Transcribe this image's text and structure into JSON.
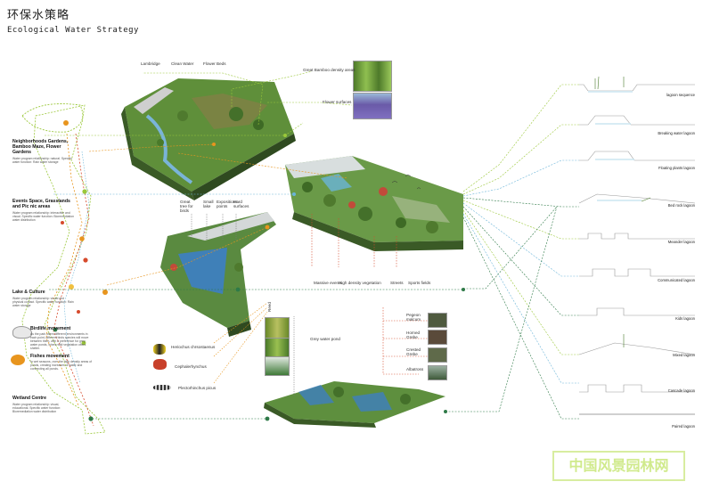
{
  "header": {
    "title_cn": "环保水策略",
    "title_en": "Ecological Water Strategy"
  },
  "left_sections": [
    {
      "heading": "Neighborhoods Gardens, Bamboo Maze, Flower Gardens",
      "desc": "Water program relationship: natural. Specific water function: Rain water storage"
    },
    {
      "heading": "Events Space, Grasslands and Pic nic areas",
      "desc": "Water program relationship: interactive and visual. Specific water function: Bioremediation water distribution"
    },
    {
      "heading": "Lake & Culture",
      "desc": "Water program relationship: visual and physical contact. Specific water function: Rain water storage"
    },
    {
      "heading": "Birdlife movement",
      "desc": "As the park offers different environments in each point, different birds species will move between them, with a preference for grey water ponds, where wild vegetation offers shelter."
    },
    {
      "heading": "Fishes movement",
      "desc": "In wet seasons, over the high density areas of ponds, creating increases of water and connecting all ponds."
    },
    {
      "heading": "Wetland Centre",
      "desc": "Water program relationship: visual, educational. Specific water function: Bioremediation water distribution"
    }
  ],
  "top_labels": {
    "lambridge": "Lambridge",
    "clean_water": "Clean Water",
    "flower_beds": "Flower Beds",
    "bamboo": "Great Bamboo density areas",
    "flower_surfaces": "Flower surfaces"
  },
  "middle_labels": {
    "great_tree": "Great tree for birds",
    "small_lake": "Small lake",
    "expositions": "Expositions points",
    "hard_surfaces": "Hard surfaces",
    "massive_events": "Massive events",
    "high_density": "High density vegetation",
    "streets": "Streets",
    "sports_fields": "Sports fields",
    "reed": "Reed",
    "grey_water": "Grey water pond"
  },
  "species_left": [
    {
      "name": "Heriochus chrsostaenus"
    },
    {
      "name": "Cephalerhynchus"
    },
    {
      "name": "Plectorhinchus picus"
    }
  ],
  "species_right": [
    {
      "name": "Pegeon malcum"
    },
    {
      "name": "Horned Grebe"
    },
    {
      "name": "Crested Grebe"
    },
    {
      "name": "Albatross"
    }
  ],
  "lagoons": [
    {
      "label": "lagoon sequence"
    },
    {
      "label": "Breaking water lagoon"
    },
    {
      "label": "Floating plants lagoon"
    },
    {
      "label": "Bed rock lagoon"
    },
    {
      "label": "Meander lagoon"
    },
    {
      "label": "Communicated lagoon"
    },
    {
      "label": "Kids lagoon"
    },
    {
      "label": "Mixed lagoon"
    },
    {
      "label": "Cascade lagoon"
    },
    {
      "label": "Paired lagoon"
    }
  ],
  "watermark": "中国风景园林网",
  "colors": {
    "green_line": "#9bc83a",
    "dark_green_line": "#2f7a48",
    "orange_line": "#e8951e",
    "red_dash": "#d64a2c",
    "blue_line": "#6ab4d8"
  }
}
